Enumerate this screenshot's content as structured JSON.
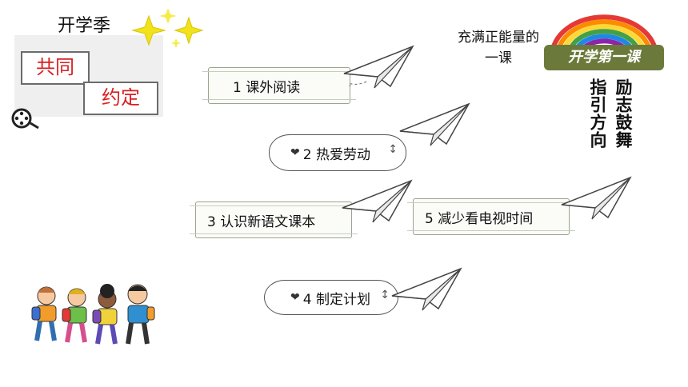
{
  "header": {
    "season": "开学季",
    "tag_line1": "共同",
    "tag_line2": "约定"
  },
  "items": [
    {
      "label": "1  课外阅读"
    },
    {
      "label": "2  热爱劳动"
    },
    {
      "label": "3 认识新语文课本"
    },
    {
      "label": "4  制定计划"
    },
    {
      "label": "5 减少看电视时间"
    }
  ],
  "right": {
    "lesson_title": "充满正能量的一课",
    "logo_text": "开学第一课",
    "slogan1": "励志鼓舞",
    "slogan2": "指引方向"
  },
  "colors": {
    "tag_text": "#d62020",
    "card_border": "#9aa48e",
    "panel_bg": "#efefef"
  },
  "icons": [
    "film-reel-icon",
    "sparkle-star-icon",
    "paper-plane-icon",
    "heart-icon",
    "up-down-arrow-icon",
    "rainbow-logo",
    "kids-illustration"
  ]
}
